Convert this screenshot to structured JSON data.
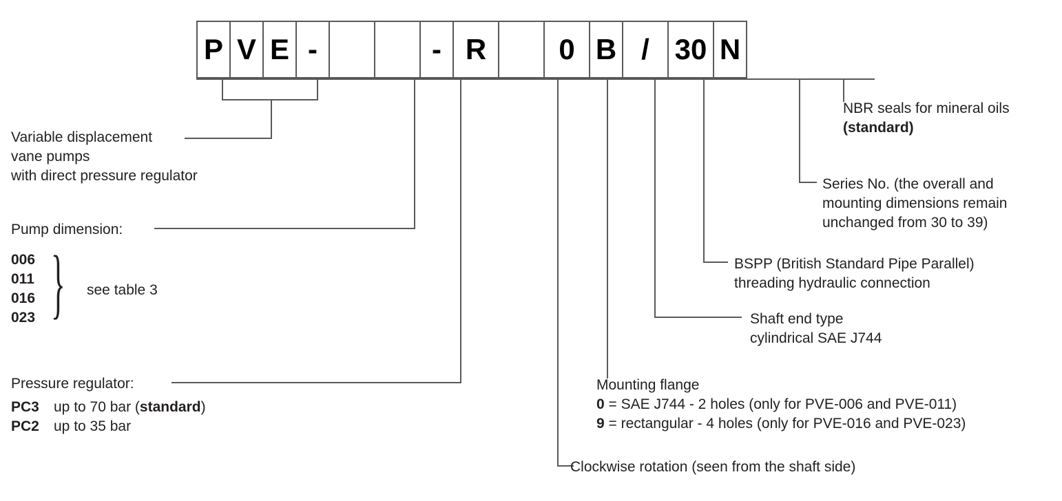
{
  "diagram": {
    "title": "PVE variable displacement vane pump model code",
    "line_color": "#58595b",
    "text_color": "#231f20"
  },
  "code_boxes": [
    {
      "name": "box-p",
      "value": "P",
      "width": 50
    },
    {
      "name": "box-v",
      "value": "V",
      "width": 50
    },
    {
      "name": "box-e",
      "value": "E",
      "width": 50
    },
    {
      "name": "box-dash-1",
      "value": "-",
      "width": 50
    },
    {
      "name": "box-pump-dimension",
      "value": "",
      "width": 68
    },
    {
      "name": "box-pressure-regulator",
      "value": "",
      "width": 68
    },
    {
      "name": "box-dash-2",
      "value": "-",
      "width": 50
    },
    {
      "name": "box-rotation",
      "value": "R",
      "width": 68
    },
    {
      "name": "box-shaft-end",
      "value": "",
      "width": 68
    },
    {
      "name": "box-mounting-flange",
      "value": "0",
      "width": 68
    },
    {
      "name": "box-threading",
      "value": "B",
      "width": 50
    },
    {
      "name": "box-slash",
      "value": "/",
      "width": 68
    },
    {
      "name": "box-series-no",
      "value": "30",
      "width": 68
    },
    {
      "name": "box-seals",
      "value": "N",
      "width": 50
    }
  ],
  "annotations": {
    "family": {
      "name": "variable-displacement-vane-pumps",
      "lines": [
        "Variable displacement",
        "vane pumps",
        "with direct pressure regulator"
      ]
    },
    "pump_dimension": {
      "name": "pump-dimension",
      "label": "Pump dimension:",
      "codes": [
        "006",
        "011",
        "016",
        "023"
      ],
      "note": "see table 3"
    },
    "pressure_regulator": {
      "name": "pressure-regulator",
      "label": "Pressure regulator:",
      "options": [
        {
          "code": "PC3",
          "text": "up to 70 bar (",
          "bold_tail": "standard",
          "close": ")"
        },
        {
          "code": "PC2",
          "text": "up to 35 bar",
          "bold_tail": "",
          "close": ""
        }
      ]
    },
    "rotation": {
      "name": "clockwise-rotation",
      "text": "Clockwise rotation (seen from the shaft side)"
    },
    "mounting_flange": {
      "name": "mounting-flange",
      "title": "Mounting flange",
      "options": [
        {
          "code": "0",
          "text": " = SAE J744 - 2 holes (only for PVE-006 and PVE-011)"
        },
        {
          "code": "9",
          "text": " = rectangular  - 4 holes (only for PVE-016 and PVE-023)"
        }
      ]
    },
    "shaft_end": {
      "name": "shaft-end-type",
      "lines": [
        "Shaft end type",
        "cylindrical SAE J744"
      ]
    },
    "threading": {
      "name": "bspp-threading",
      "lines": [
        "BSPP (British Standard Pipe Parallel)",
        "threading hydraulic connection"
      ]
    },
    "series_no": {
      "name": "series-number",
      "lines": [
        "Series No. (the overall and",
        "mounting dimensions remain",
        "unchanged from 30 to 39)"
      ]
    },
    "seals": {
      "name": "nbr-seals",
      "line1": "NBR seals for mineral oils",
      "line2_bold": "(standard)"
    }
  }
}
